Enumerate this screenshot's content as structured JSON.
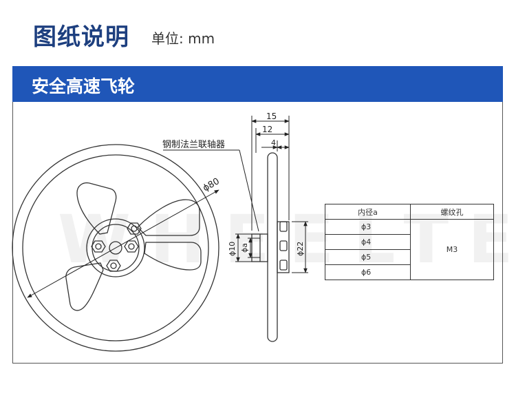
{
  "header": {
    "title": "图纸说明",
    "unit": "单位: mm"
  },
  "banner": {
    "label": "安全高速飞轮"
  },
  "watermark": "WHEELTEC",
  "drawing": {
    "coupling_label": "钢制法兰联轴器",
    "dim_diameter": "ϕ80",
    "dim_15": "15",
    "dim_12": "12",
    "dim_4": "4",
    "dim_phi10": "ϕ10",
    "dim_phia": "ϕa",
    "dim_phi22": "ϕ22"
  },
  "table": {
    "headers": [
      "内径a",
      "螺纹孔"
    ],
    "bores": [
      "ϕ3",
      "ϕ4",
      "ϕ5",
      "ϕ6"
    ],
    "thread": "M3"
  }
}
